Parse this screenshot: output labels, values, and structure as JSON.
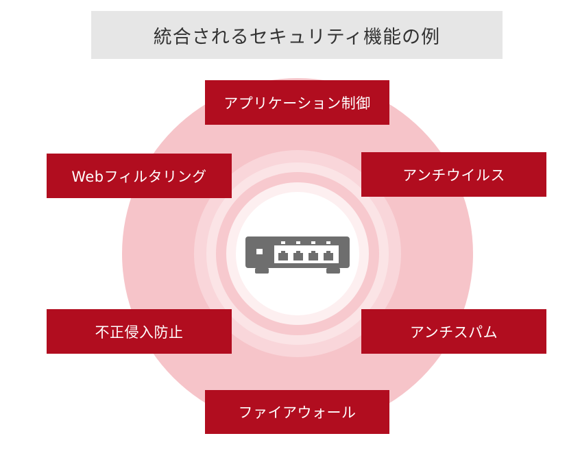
{
  "title": "統合されるセキュリティ機能の例",
  "features": {
    "application_control": "アプリケーション制御",
    "web_filtering": "Webフィルタリング",
    "antivirus": "アンチウイルス",
    "intrusion_prevention": "不正侵入防止",
    "antispam": "アンチスパム",
    "firewall": "ファイアウォール"
  },
  "center_icon": "network-appliance-icon",
  "colors": {
    "feature_box": "#b10d1f",
    "outer_circle": "#f6c4c9",
    "ring_light": "#fbe3e5",
    "title_bg": "#e6e6e6",
    "device": "#6e6e6e"
  }
}
